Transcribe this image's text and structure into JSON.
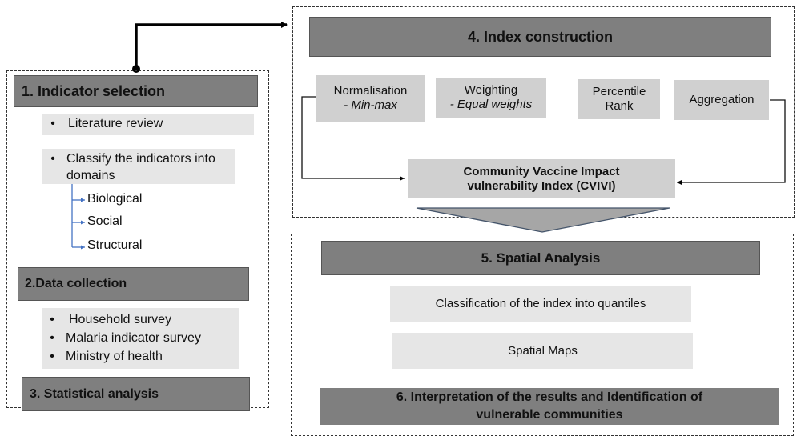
{
  "colors": {
    "header_fill": "#7f7f7f",
    "light_box": "#e6e6e6",
    "mid_box": "#d0d0d0",
    "branch_arrow": "#4472c4",
    "triangle_fill": "#a6a6a6",
    "triangle_stroke": "#44546a"
  },
  "left_panel": {
    "step1": {
      "title": "1. Indicator selection",
      "items": [
        {
          "bullet": "•",
          "text": "Literature review"
        },
        {
          "bullet": "•",
          "text": "Classify the indicators into domains"
        }
      ],
      "domains": [
        "Biological",
        "Social",
        "Structural"
      ]
    },
    "step2": {
      "title": "2.Data collection",
      "items": [
        {
          "bullet": "•",
          "text": "Household survey"
        },
        {
          "bullet": "•",
          "text": "Malaria indicator survey"
        },
        {
          "bullet": "•",
          "text": "Ministry of health"
        }
      ]
    },
    "step3": {
      "title": "3. Statistical analysis"
    }
  },
  "right_top": {
    "step4": {
      "title": "4.  Index construction",
      "components": [
        {
          "label": "Normalisation",
          "sub": "- Min-max"
        },
        {
          "label": "Weighting",
          "sub": "- Equal weights"
        },
        {
          "label": "Percentile",
          "sub": "Rank"
        },
        {
          "label": "Aggregation",
          "sub": ""
        }
      ],
      "result": {
        "line1": "Community Vaccine Impact",
        "line2": "vulnerability Index (CVIVI)"
      }
    }
  },
  "right_bottom": {
    "step5": {
      "title": "5. Spatial Analysis",
      "items": [
        "Classification of the index into quantiles",
        "Spatial Maps"
      ]
    },
    "step6": {
      "line1": "6. Interpretation of the results and Identification of",
      "line2": "vulnerable communities"
    }
  }
}
